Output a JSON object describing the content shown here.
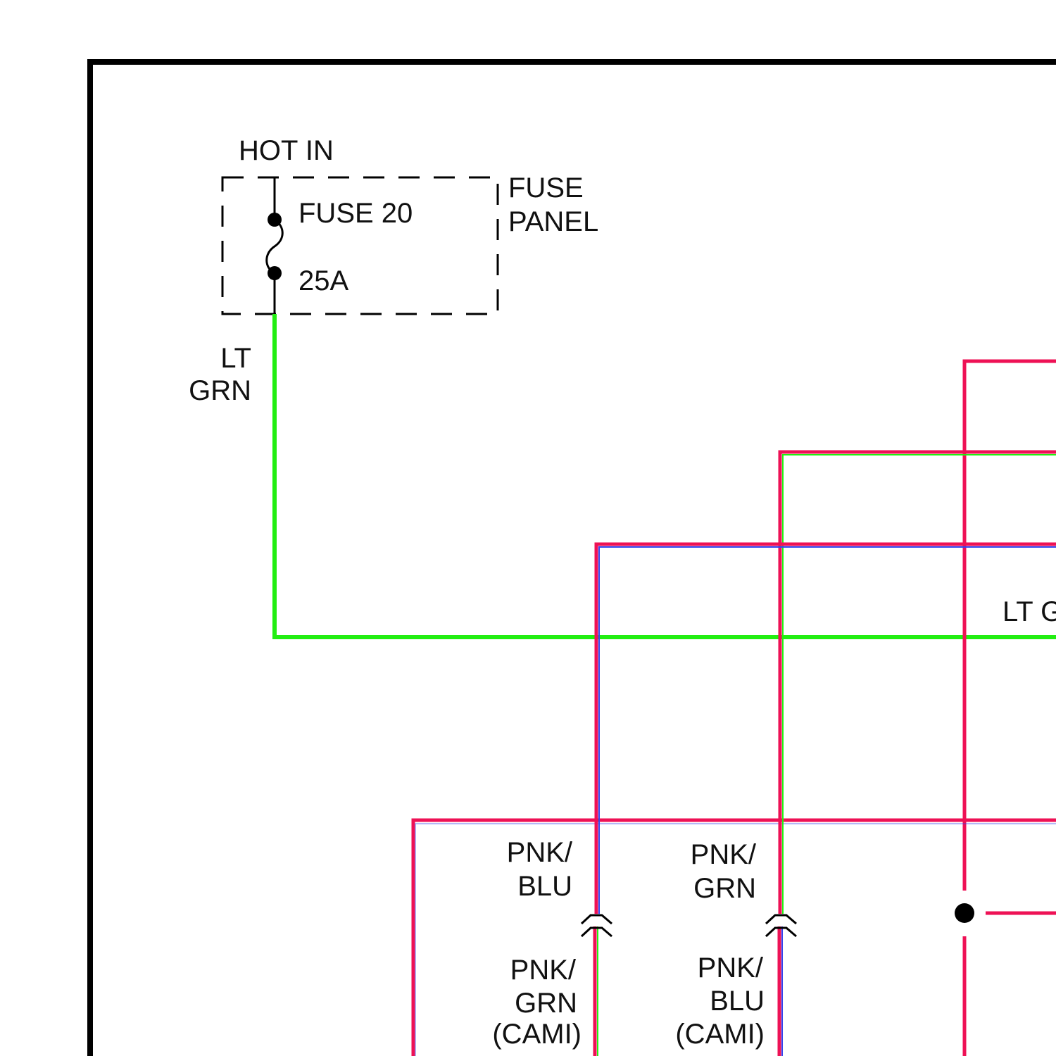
{
  "colors": {
    "border": "#000000",
    "lt_grn": "#22ee11",
    "pink": "#ee1155",
    "blue": "#3344ee",
    "black": "#000000"
  },
  "labels": {
    "hot_in": "HOT IN",
    "fuse_panel_line1": "FUSE",
    "fuse_panel_line2": "PANEL",
    "fuse_name": "FUSE 20",
    "fuse_rating": "25A",
    "lt_grn_line1": "LT",
    "lt_grn_line2": "GRN",
    "lt_grn_right": "LT G",
    "pnk_blu_upper_line1": "PNK/",
    "pnk_blu_upper_line2": "BLU",
    "pnk_grn_upper_line1": "PNK/",
    "pnk_grn_upper_line2": "GRN",
    "pnk_grn_cami_line1": "PNK/",
    "pnk_grn_cami_line2": "GRN",
    "pnk_grn_cami_line3": "(CAMI)",
    "pnk_blu_cami_line1": "PNK/",
    "pnk_blu_cami_line2": "BLU",
    "pnk_blu_cami_line3": "(CAMI)"
  }
}
